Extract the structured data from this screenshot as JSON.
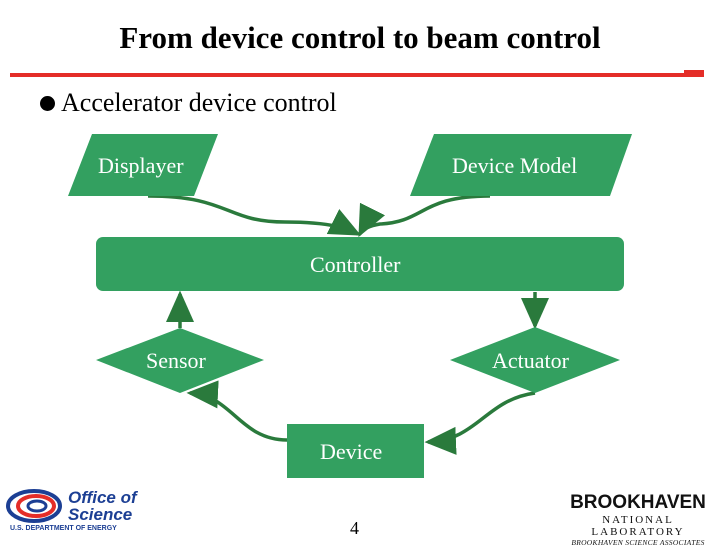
{
  "slide": {
    "title": "From device control to beam control",
    "bullet": "Accelerator device control",
    "page_number": "4"
  },
  "diagram": {
    "nodes": {
      "displayer": "Displayer",
      "device_model": "Device Model",
      "controller": "Controller",
      "sensor": "Sensor",
      "actuator": "Actuator",
      "device": "Device"
    },
    "colors": {
      "node_fill": "#33a060",
      "connector": "#2a7a3c",
      "title_rule": "#e42d28"
    }
  },
  "logos": {
    "office_of_science": {
      "line1": "Office of",
      "line2": "Science",
      "sub": "U.S. DEPARTMENT OF ENERGY"
    },
    "brookhaven": {
      "name": "BROOKHAVEN",
      "lab": "NATIONAL LABORATORY",
      "assoc": "BROOKHAVEN SCIENCE ASSOCIATES"
    }
  }
}
